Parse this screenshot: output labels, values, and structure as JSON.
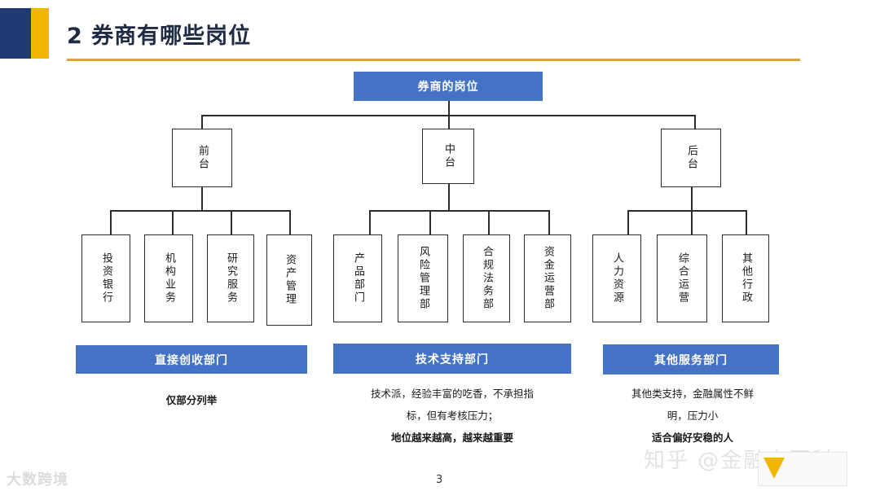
{
  "header": {
    "title": "2 券商有哪些岗位"
  },
  "root": {
    "label": "券商的岗位"
  },
  "groups": [
    {
      "label": "前台",
      "children": [
        "投资银行",
        "机构业务",
        "研究服务",
        "资产管理"
      ]
    },
    {
      "label": "中台",
      "children": [
        "产品部门",
        "风险管理部",
        "合规法务部",
        "资金运营部"
      ]
    },
    {
      "label": "后台",
      "children": [
        "人力资源",
        "综合运营",
        "其他行政"
      ]
    }
  ],
  "categories": [
    {
      "label": "直接创收部门",
      "desc_lines": [
        "仅部分列举"
      ]
    },
    {
      "label": "技术支持部门",
      "desc_lines": [
        "技术派，经验丰富的吃香，不承担指",
        "标，但有考核压力；"
      ],
      "desc_bold": "地位越来越高，越来越重要"
    },
    {
      "label": "其他服务部门",
      "desc_lines": [
        "其他类支持，金融属性不鲜",
        "明，压力小"
      ],
      "desc_bold": "适合偏好安稳的人"
    }
  ],
  "footer": {
    "page_number": "3"
  },
  "watermarks": {
    "left": "大数跨境",
    "right": "知乎 @金融小百科"
  },
  "colors": {
    "accent_blue": "#4472c4",
    "header_navy": "#1f3a73",
    "header_gold": "#f2b600",
    "rule_gold": "#d9a43a"
  }
}
